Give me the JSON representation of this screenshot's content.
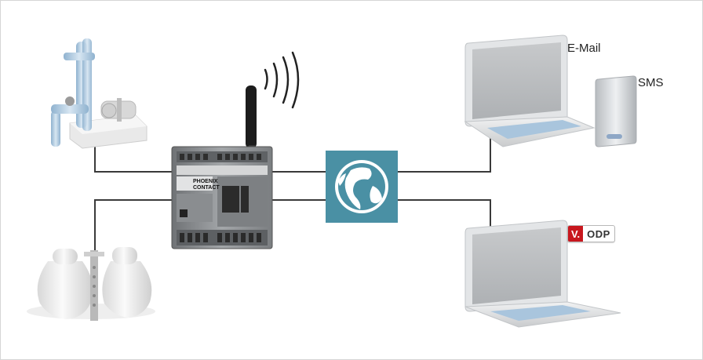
{
  "labels": {
    "email": "E-Mail",
    "sms": "SMS"
  },
  "vodp_badge": {
    "v_letter": "V.",
    "text": "ODP"
  },
  "device": {
    "brand_line1": "PHOENIX",
    "brand_line2": "CONTACT"
  },
  "colors": {
    "line": "#3a3a3a",
    "globe_bg": "#4a90a4",
    "badge_red": "#c8171e",
    "laptop_body": "#d9dcde",
    "device_body": "#8d9093"
  }
}
